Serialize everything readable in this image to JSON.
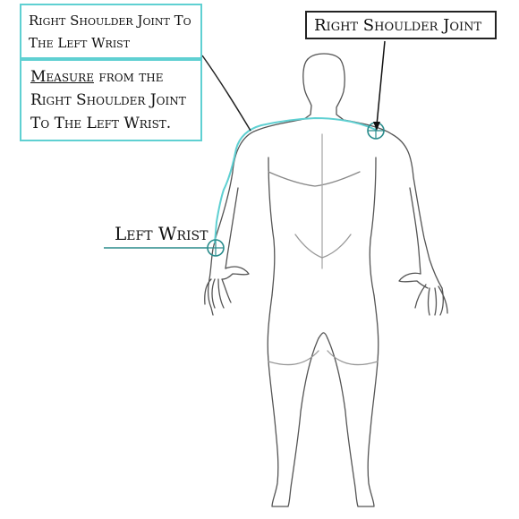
{
  "title_box": {
    "line1": "Right Shoulder Joint To",
    "line2": "The Left Wrist"
  },
  "instruction_box": {
    "underlined": "Measure",
    "rest_line1": " from the",
    "line2": "Right Shoulder Joint",
    "line3": "To The Left Wrist."
  },
  "right_shoulder_label": "Right Shoulder Joint",
  "left_wrist_label": "Left Wrist",
  "colors": {
    "accent": "#5fd0d2",
    "marker": "#2a8c8c",
    "outline": "#555555"
  }
}
